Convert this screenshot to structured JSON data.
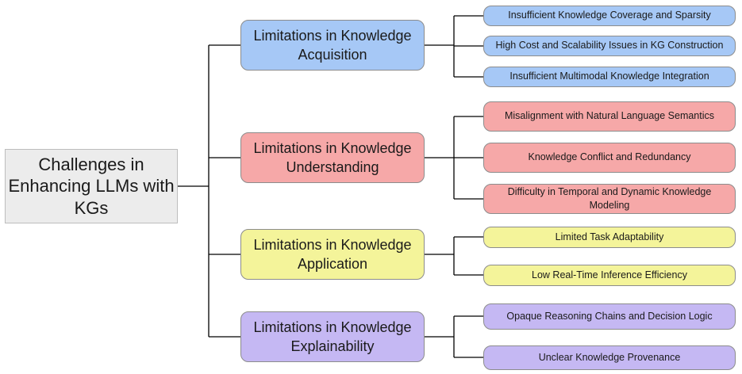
{
  "root": {
    "label": "Challenges in Enhancing LLMs with KGs"
  },
  "colors": {
    "blue": "#a6c8f6",
    "red": "#f6a8a8",
    "yellow": "#f4f49a",
    "purple": "#c5b8f3",
    "root": "#ececec",
    "line": "#000000"
  },
  "categories": [
    {
      "label": "Limitations in Knowledge Acquisition",
      "items": [
        "Insufficient Knowledge Coverage and Sparsity",
        "High Cost and Scalability Issues in KG Construction",
        "Insufficient Multimodal Knowledge Integration"
      ]
    },
    {
      "label": "Limitations in Knowledge Understanding",
      "items": [
        "Misalignment with Natural Language Semantics",
        "Knowledge Conflict and Redundancy",
        "Difficulty in Temporal and Dynamic Knowledge Modeling"
      ]
    },
    {
      "label": "Limitations in Knowledge Application",
      "items": [
        "Limited Task Adaptability",
        "Low Real-Time Inference Efficiency"
      ]
    },
    {
      "label": "Limitations in Knowledge Explainability",
      "items": [
        "Opaque Reasoning Chains and Decision Logic",
        "Unclear Knowledge Provenance"
      ]
    }
  ]
}
